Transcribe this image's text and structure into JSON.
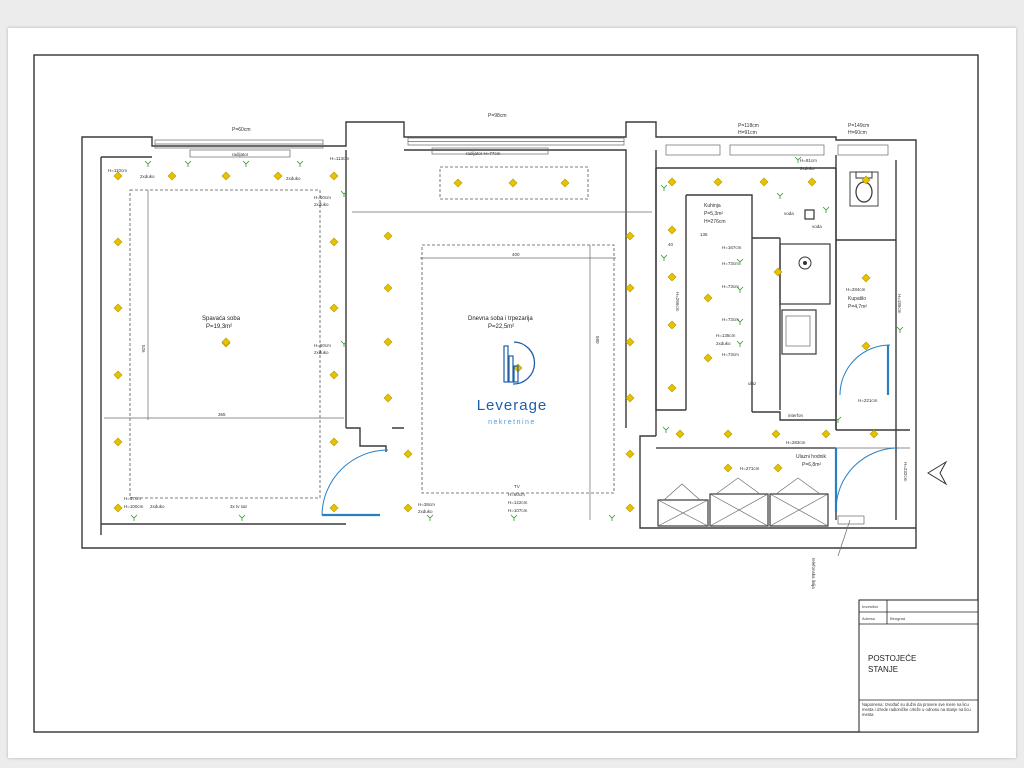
{
  "labels": {
    "p_top_left": "P=60cm",
    "p_top_mid": "P=98cm",
    "p_top_r1a": "P=118cm",
    "p_top_r1b": "H=91cm",
    "p_top_r2a": "P=149cm",
    "p_top_r2b": "H=60cm",
    "radiator_left": "radijator",
    "radiator_mid": "radijator H=77cm",
    "h110": "H=110cm",
    "h113": "H=113cm",
    "h60_2d": "H=60cm",
    "dvduko": "2xduko",
    "h91": "H=91cm",
    "dvduko_r": "2xduko",
    "bedroom_name": "Spavaća soba",
    "bedroom_area": "P=19,3m²",
    "bedroom_dim_v": "526",
    "bedroom_dim_h": "365",
    "living_name": "Dnevna soba i trpezarija",
    "living_area": "P=22,5m²",
    "living_dim_h": "400",
    "living_dim_v": "580",
    "kitchen_name": "Kuhinja",
    "kitchen_area": "P=5,3m²",
    "kitchen_h": "H=276cm",
    "h167": "H=167cm",
    "h73a": "H=73cm",
    "h73b": "H=73cm",
    "h73c": "H=73cm",
    "h135": "H=135cm",
    "h73d": "H=73cm",
    "h266": "H=266cm",
    "bath_name": "Kupatilo",
    "bath_area": "P=4,7m²",
    "bath_h": "H=284cm",
    "h186": "H=186cm",
    "h221": "H=221cm",
    "h283": "H=283cm",
    "entry_name": "Ulazni hodnik",
    "entry_area": "P=6,8m²",
    "entry_h": "H=271cm",
    "h232": "H=232cm",
    "tv": "TV",
    "h_tv1": "H=60cm",
    "h_tv2": "H=122cm",
    "h_tv3": "H=107cm",
    "h_bl1": "H=37cm",
    "h_bl2": "H=100cm",
    "h_bl3": "2xduko",
    "tv_sat": "3x tv sat",
    "h_38": "H=38cm",
    "h_38b": "2xduko",
    "h_bed_r1": "H=60cm",
    "h_bed_r2": "2xduko",
    "interfon": "interfon",
    "voda": "voda",
    "voda2": "voda",
    "ulaz": "ulaz",
    "h40": "40",
    "h136": "136",
    "tel": "telefonska linija"
  },
  "logo": {
    "name": "Leverage",
    "sub": "nekretnine"
  },
  "title_block": {
    "row1_label": "Investitor",
    "row2_label": "Adresa",
    "row2_value": "Beograd",
    "title_line1": "POSTOJEĆE",
    "title_line2": "STANJE",
    "note": "Napomena: Izvođač su dužni da provere sve mere na licu mesta i izrede radioničke crteže u odnosu na stanje na licu mesta"
  },
  "colors": {
    "light_fixture": "#e6c300",
    "outlet": "#2d9a2d",
    "door": "#2a7fc1",
    "logo": "#1d5fa8"
  }
}
